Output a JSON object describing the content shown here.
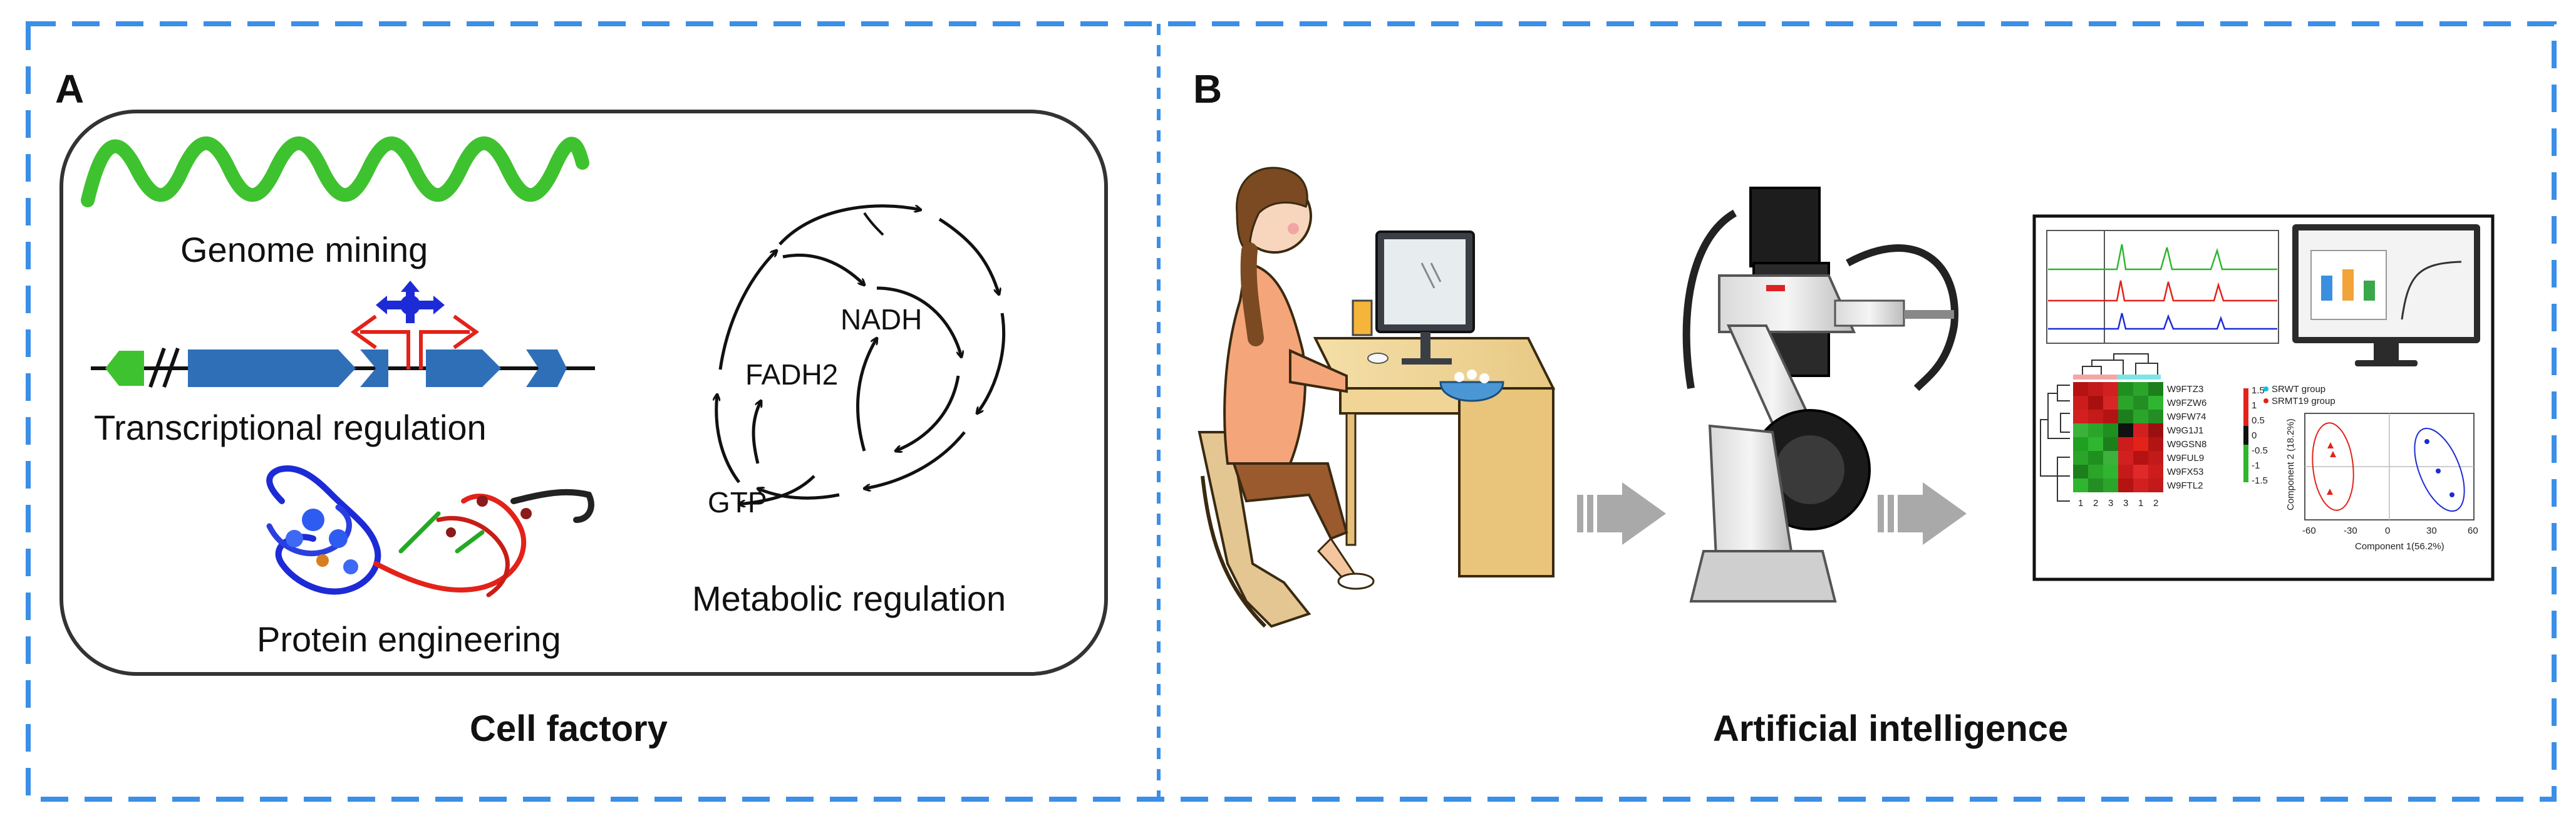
{
  "panel_a": {
    "letter": "A",
    "caption": "Cell factory",
    "labels": {
      "genome": "Genome mining",
      "transcription": "Transcriptional regulation",
      "protein": "Protein engineering",
      "metabolic": "Metabolic regulation"
    },
    "cycle_labels": {
      "nadh": "NADH",
      "fadh2": "FADH2",
      "gtp": "GTP"
    }
  },
  "panel_b": {
    "letter": "B",
    "caption": "Artificial intelligence",
    "heatmap_rows": [
      "W9FTZ3",
      "W9FZW6",
      "W9FW74",
      "W9G1J1",
      "W9GSN8",
      "W9FUL9",
      "W9FX53",
      "W9FTL2"
    ],
    "heatmap_cols": [
      "1",
      "2",
      "3",
      "3",
      "1",
      "2"
    ],
    "legend": [
      "SRWT group",
      "SRMT19 group"
    ],
    "pca_xlabel": "Component 1(56.2%)",
    "pca_ylabel": "Component 2 (18.2%)",
    "pca_xticks": [
      "-60",
      "-30",
      "0",
      "30",
      "60"
    ],
    "colorbar_ticks": [
      "1.5",
      "1",
      "0.5",
      "0",
      "-0.5",
      "-1",
      "-1.5"
    ]
  },
  "colors": {
    "dash_border": "#3b8fe6",
    "gene_green": "#3fc22f",
    "gene_blue": "#2f6fb7",
    "promoter_red": "#e32219",
    "activator_blue": "#1d2bd6",
    "arrow_gray": "#a9a9a9"
  }
}
